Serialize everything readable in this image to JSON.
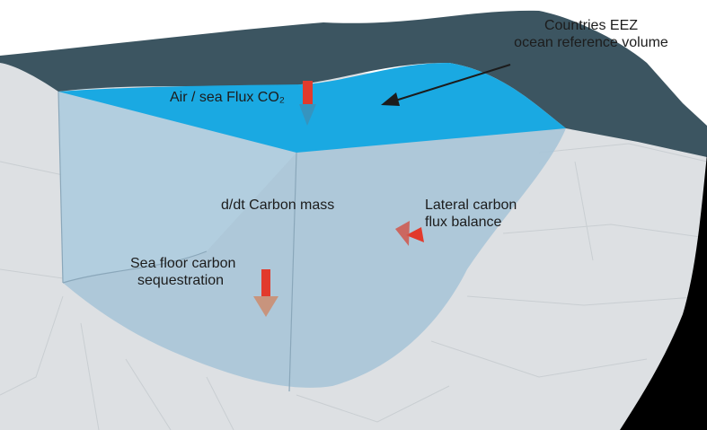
{
  "callout": {
    "line1": "Countries EEZ",
    "line2": "ocean reference volume"
  },
  "labels": {
    "air_sea_flux": "Air / sea Flux CO₂",
    "carbon_mass": "d/dt Carbon mass",
    "lateral_line1": "Lateral carbon",
    "lateral_line2": "flux balance",
    "seafloor_line1": "Sea floor carbon",
    "seafloor_line2": "sequestration"
  },
  "colors": {
    "ocean_surface": "#1aa9e2",
    "water_volume": "#a9c6d8",
    "seafloor": "#dde0e3",
    "coastline": "#3c5561",
    "landmass": "#000000",
    "flux_arrow": "#e23a2c"
  }
}
